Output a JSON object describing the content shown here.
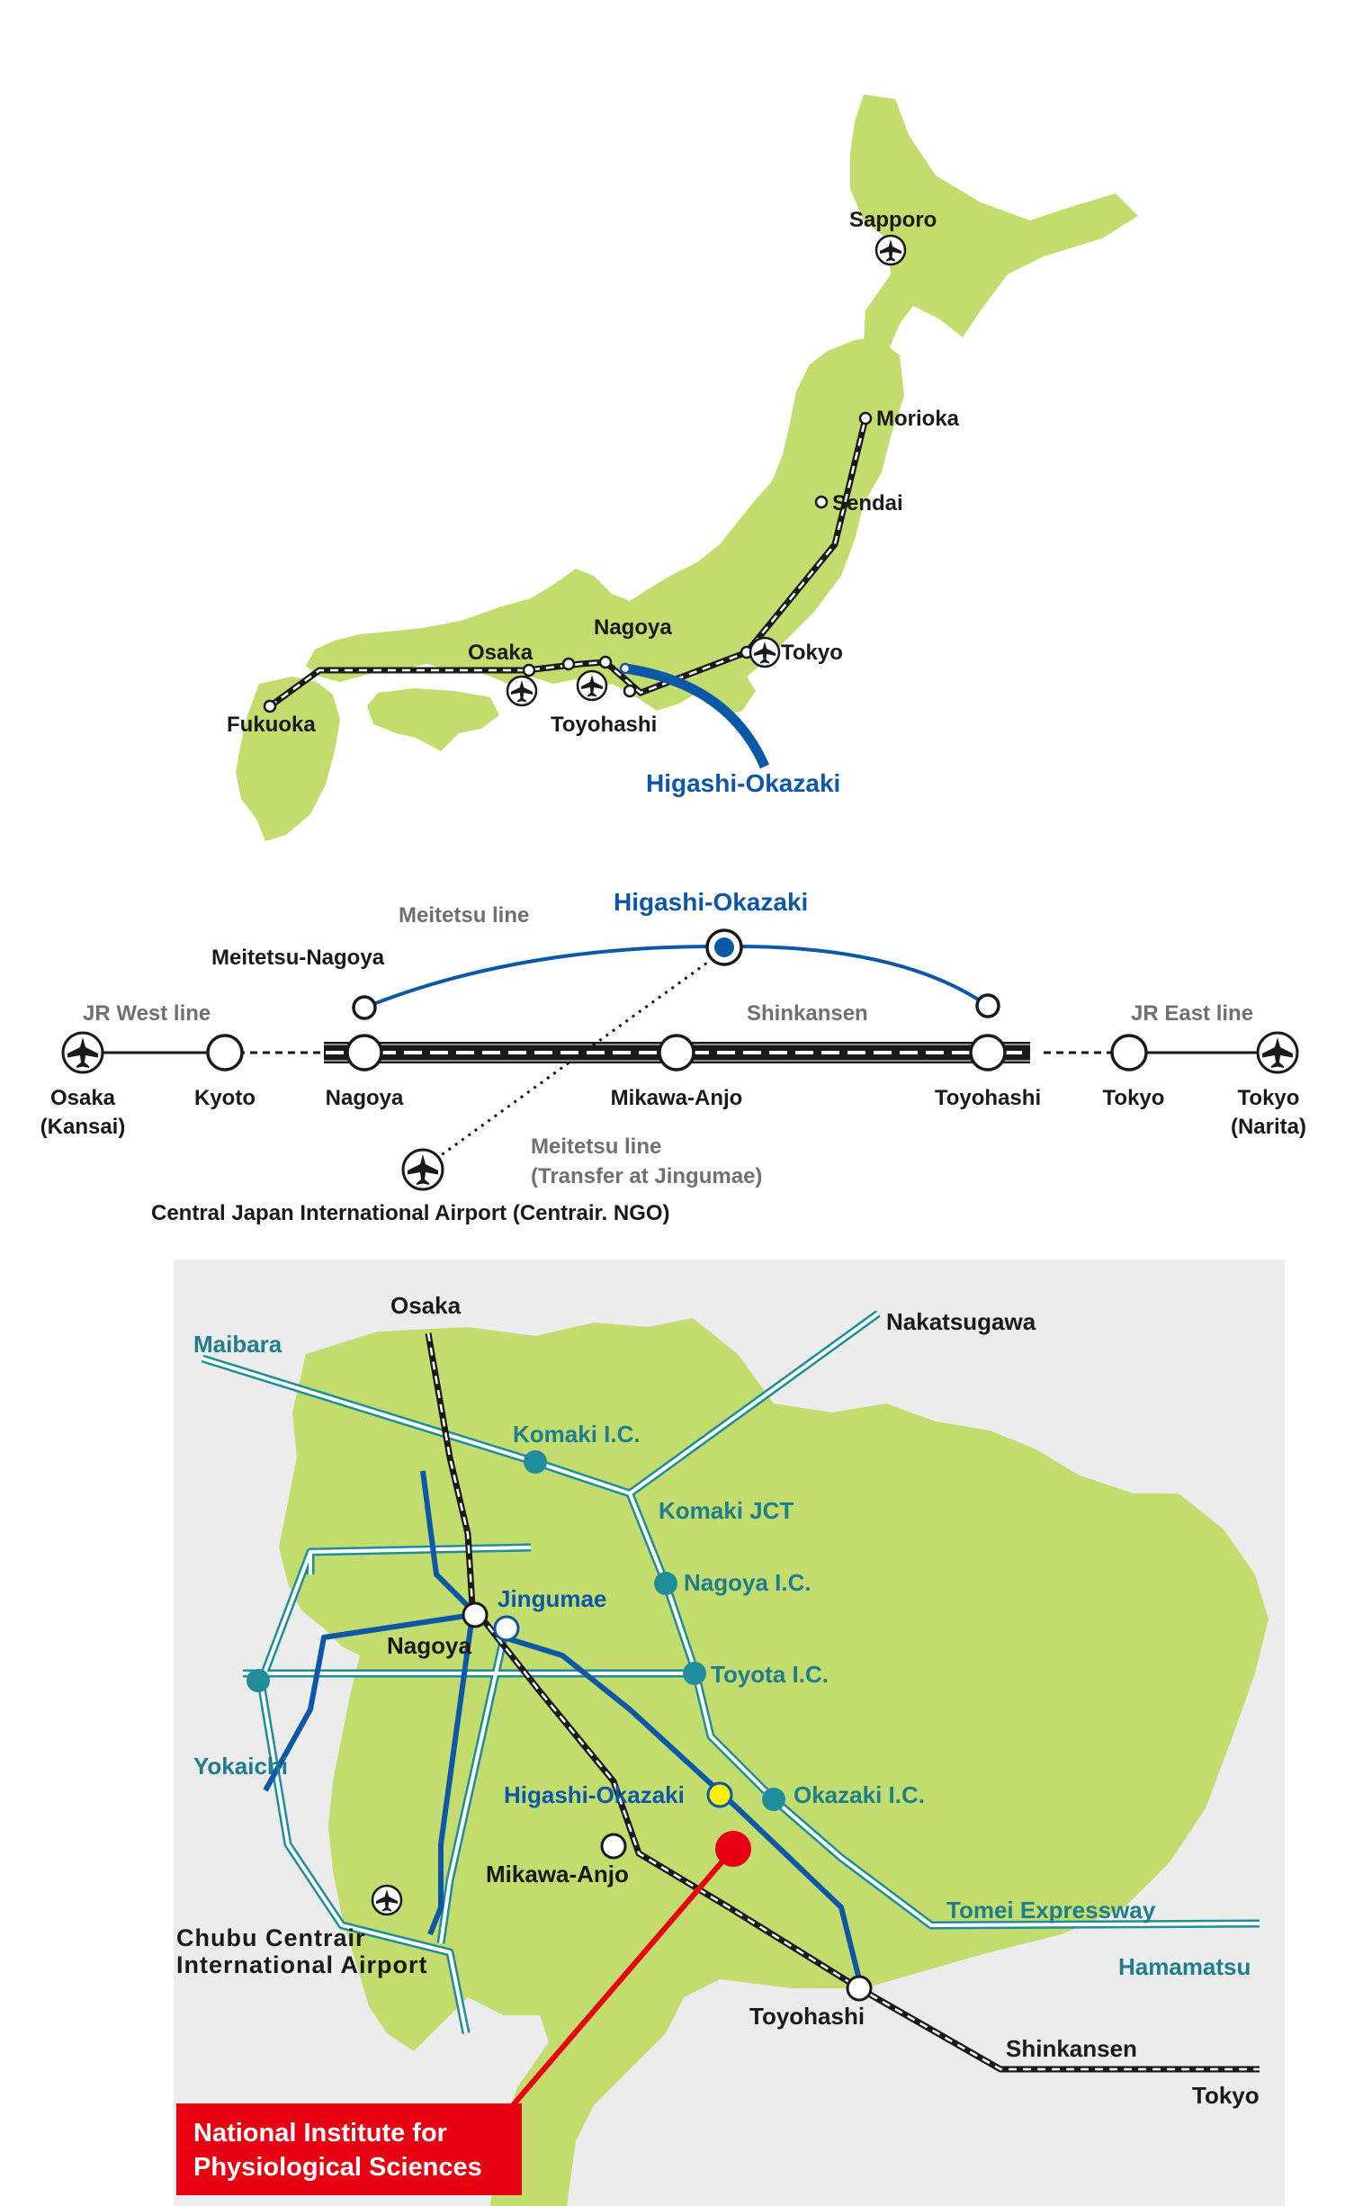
{
  "colors": {
    "land": "#c2dc6e",
    "sea_panel": "#ececec",
    "meitetsu_blue": "#0d57a7",
    "expressway_teal": "#1f8d9a",
    "rail_black": "#1a1a1a",
    "label_gray": "#707070",
    "nips_red": "#e60012",
    "station_yellow": "#fff200"
  },
  "japan_map": {
    "cities": {
      "sapporo": "Sapporo",
      "morioka": "Morioka",
      "sendai": "Sendai",
      "tokyo": "Tokyo",
      "nagoya": "Nagoya",
      "osaka": "Osaka",
      "fukuoka": "Fukuoka",
      "toyohashi": "Toyohashi"
    },
    "highlight": "Higashi-Okazaki"
  },
  "route_diagram": {
    "highlight": "Higashi-Okazaki",
    "line_labels": {
      "meitetsu": "Meitetsu line",
      "jr_west": "JR West line",
      "shinkansen": "Shinkansen",
      "jr_east": "JR East line",
      "meitetsu_transfer_1": "Meitetsu line",
      "meitetsu_transfer_2": "(Transfer at Jingumae)"
    },
    "stations": {
      "meitetsu_nagoya": "Meitetsu-Nagoya",
      "osaka_1": "Osaka",
      "osaka_2": "(Kansai)",
      "kyoto": "Kyoto",
      "nagoya": "Nagoya",
      "mikawa_anjo": "Mikawa-Anjo",
      "toyohashi": "Toyohashi",
      "tokyo": "Tokyo",
      "tokyo_narita_1": "Tokyo",
      "tokyo_narita_2": "(Narita)"
    },
    "airport": "Central Japan International Airport (Centrair. NGO)"
  },
  "regional_map": {
    "black_labels": {
      "osaka": "Osaka",
      "nakatsugawa": "Nakatsugawa",
      "nagoya": "Nagoya",
      "mikawa_anjo": "Mikawa-Anjo",
      "toyohashi": "Toyohashi",
      "shinkansen": "Shinkansen",
      "tokyo": "Tokyo",
      "airport_1": "Chubu Centrair",
      "airport_2": "International Airport"
    },
    "teal_labels": {
      "maibara": "Maibara",
      "komaki_ic": "Komaki I.C.",
      "komaki_jct": "Komaki JCT",
      "nagoya_ic": "Nagoya I.C.",
      "toyota_ic": "Toyota I.C.",
      "okazaki_ic": "Okazaki I.C.",
      "yokaichi": "Yokaichi",
      "tomei": "Tomei Expressway",
      "hamamatsu": "Hamamatsu"
    },
    "blue_labels": {
      "jingumae": "Jingumae",
      "higashi_okazaki": "Higashi-Okazaki"
    },
    "callout_1": "National Institute for",
    "callout_2": "Physiological Sciences"
  }
}
